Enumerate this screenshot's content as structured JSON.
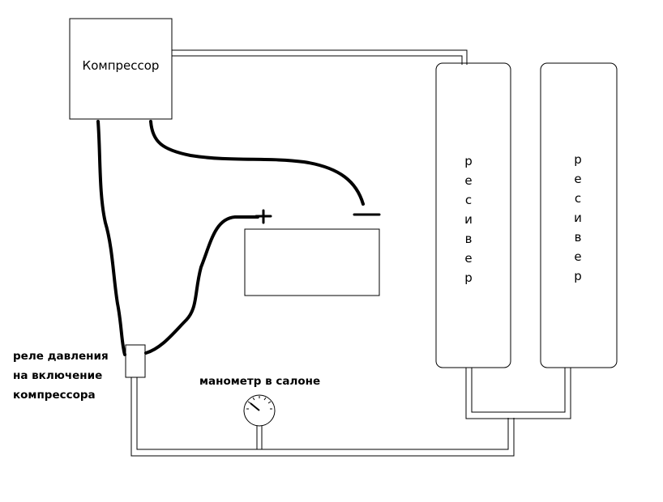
{
  "compressor": {
    "label": "Компрессор"
  },
  "receivers": [
    {
      "letters": [
        "р",
        "е",
        "с",
        "и",
        "в",
        "е",
        "р"
      ]
    },
    {
      "letters": [
        "р",
        "е",
        "с",
        "и",
        "в",
        "е",
        "р"
      ]
    }
  ],
  "relay": {
    "label_lines": [
      "реле давления",
      "на включение",
      "компрессора"
    ]
  },
  "gauge": {
    "label": "манометр в салоне"
  },
  "battery": {
    "plus_symbol": "+",
    "minus_symbol": "−"
  },
  "colors": {
    "line": "#000000",
    "background": "#ffffff"
  }
}
